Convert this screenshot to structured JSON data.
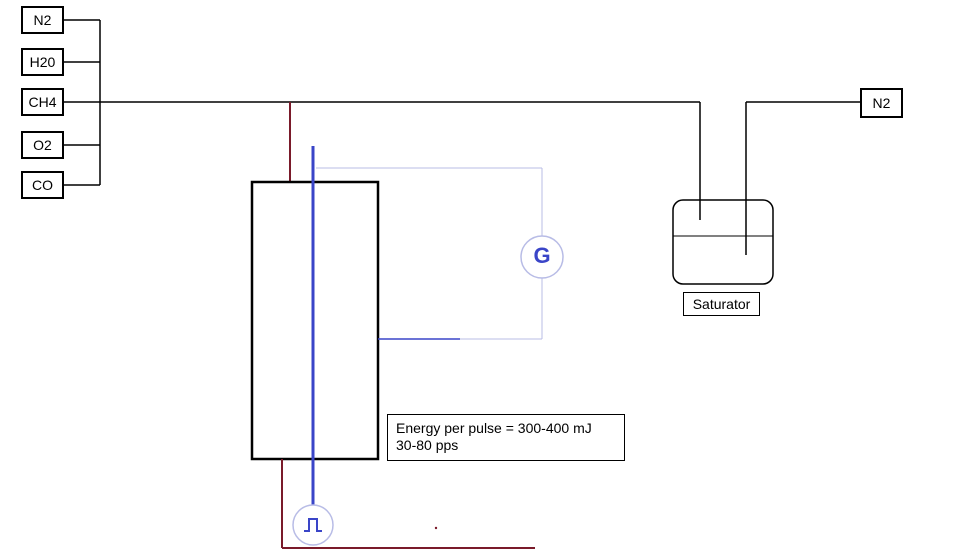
{
  "gas_sources": [
    "N2",
    "H20",
    "CH4",
    "O2",
    "CO"
  ],
  "n2_inlet_label": "N2",
  "saturator_label": "Saturator",
  "gauge_label": "G",
  "note": {
    "line1": "Energy per pulse = 300-400 mJ",
    "line2": "30-80 pps"
  },
  "colors": {
    "line": "#000000",
    "electrode": "#3a45c8",
    "feed": "#7a1a2a",
    "light_line": "#b8bce6"
  }
}
